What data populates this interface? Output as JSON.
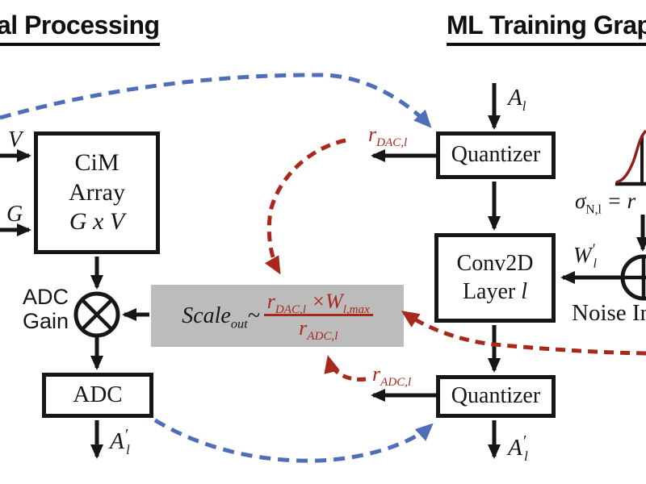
{
  "headings": {
    "left": "al Processing",
    "right": "ML Training Grap"
  },
  "analog": {
    "v_label": "V",
    "g_label": "G",
    "cim_box": {
      "line1": "CiM",
      "line2": "Array",
      "line3": "G x V"
    },
    "adc_gain": {
      "line1": "ADC",
      "line2": "Gain"
    },
    "adc_box": "ADC",
    "output_label": {
      "base": "A",
      "prime": "′",
      "sub": "l"
    }
  },
  "ml": {
    "input_label": {
      "base": "A",
      "sub": "l"
    },
    "quantizer1": "Quantizer",
    "r_dac": {
      "base": "r",
      "sub": "DAC,l"
    },
    "conv2d": {
      "line1": "Conv2D",
      "line2_base": "Layer ",
      "line2_var": "l"
    },
    "w_prime": {
      "base": "W",
      "prime": "′",
      "sub": "l"
    },
    "sigma": {
      "base": "σ",
      "sub": "N,l",
      "rest": " = r"
    },
    "noise_label": "Noise In",
    "quantizer2": "Quantizer",
    "r_adc": {
      "base": "r",
      "sub": "ADC,l"
    },
    "output_label": {
      "base": "A",
      "prime": "′",
      "sub": "l"
    }
  },
  "formula": {
    "scale": "Scale",
    "scale_sub": "out",
    "approx": "~",
    "num_r": "r",
    "num_r_sub": "DAC,l",
    "times": "×",
    "num_w": "W",
    "num_w_sub": "l,max",
    "den_r": "r",
    "den_r_sub": "ADC,l"
  },
  "colors": {
    "ink": "#161616",
    "red": "#a8281d",
    "blue": "#4f6db8",
    "formula_bg": "#bcbcbc"
  }
}
